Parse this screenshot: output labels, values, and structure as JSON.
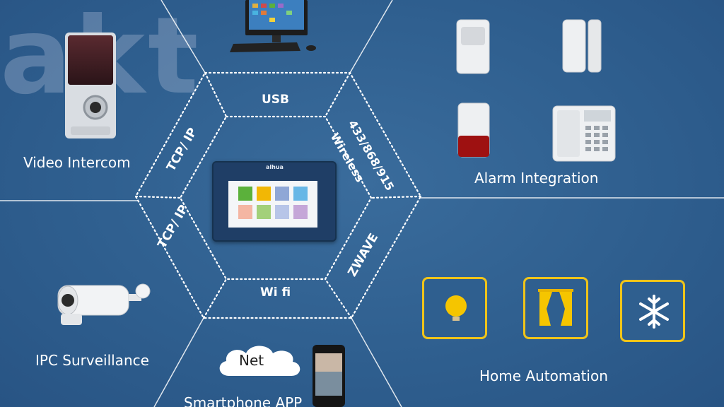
{
  "watermark": "akt",
  "center_panel": {
    "brand": "alhua",
    "tile_colors": [
      "#5bb13b",
      "#f2b705",
      "#8fa7d6",
      "#67b7e6",
      "#f4b6a3",
      "#a3d07a",
      "#b7c5e8",
      "#c5a7d8"
    ]
  },
  "hex_labels": {
    "top": "USB",
    "upper_left": "TCP/ IP",
    "lower_left": "TCP/ IP",
    "upper_right_line1": "Wireless",
    "upper_right_line2": "433/868/915",
    "lower_right": "ZWAVE",
    "bottom": "Wi fi"
  },
  "sections": {
    "video_intercom": "Video Intercom",
    "alarm_integration": "Alarm Integration",
    "ipc_surveillance": "IPC Surveillance",
    "smartphone_app": "Smartphone APP",
    "home_automation": "Home Automation",
    "net_cloud": "Net"
  },
  "icons": {
    "intercom": "video-intercom-device-icon",
    "computer": "desktop-computer-icon",
    "pir": "pir-sensor-icon",
    "door": "door-contact-sensor-icon",
    "siren": "siren-icon",
    "keypad": "alarm-keypad-icon",
    "camera": "bullet-camera-icon",
    "phone": "smartphone-icon",
    "light": "light-bulb-icon",
    "curtain": "curtain-icon",
    "snow": "snowflake-icon"
  },
  "colors": {
    "background": "#2f5f8f",
    "accent": "#f0c419",
    "text": "#ffffff"
  }
}
